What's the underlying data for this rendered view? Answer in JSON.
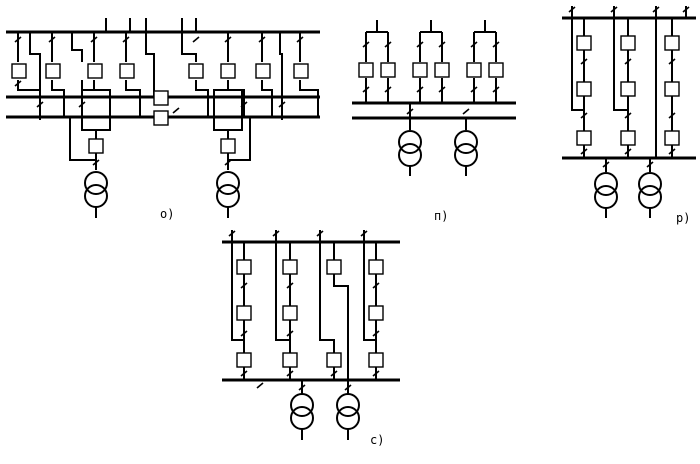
{
  "figure": {
    "panels": [
      {
        "id": "o",
        "label": "о)"
      },
      {
        "id": "p",
        "label": "п)"
      },
      {
        "id": "r",
        "label": "р)"
      },
      {
        "id": "s",
        "label": "с)"
      }
    ]
  }
}
